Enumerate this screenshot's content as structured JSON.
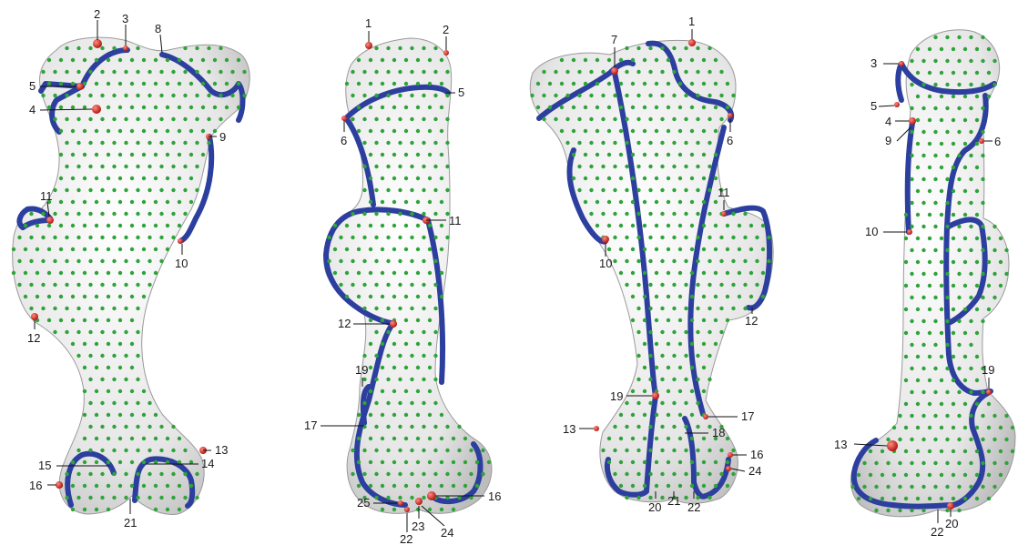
{
  "views": [
    {
      "name": "view-1",
      "labels": [
        "2",
        "3",
        "8",
        "5",
        "4",
        "9",
        "11",
        "10",
        "12",
        "13",
        "15",
        "14",
        "16",
        "21"
      ]
    },
    {
      "name": "view-2",
      "labels": [
        "1",
        "2",
        "5",
        "6",
        "11",
        "12",
        "19",
        "17",
        "16",
        "25",
        "23",
        "24",
        "22"
      ]
    },
    {
      "name": "view-3",
      "labels": [
        "7",
        "1",
        "6",
        "11",
        "10",
        "12",
        "19",
        "17",
        "18",
        "13",
        "16",
        "24",
        "20",
        "21",
        "22"
      ]
    },
    {
      "name": "view-4",
      "labels": [
        "3",
        "5",
        "4",
        "9",
        "6",
        "10",
        "19",
        "13",
        "22",
        "20"
      ]
    }
  ],
  "colors": {
    "bone_fill": "#e9e9e9",
    "bone_stroke": "#9a9a9a",
    "curve": "#2c3f9e",
    "semilandmark": "#2fa33a",
    "landmark": "#d7261e",
    "leader": "#111111"
  }
}
